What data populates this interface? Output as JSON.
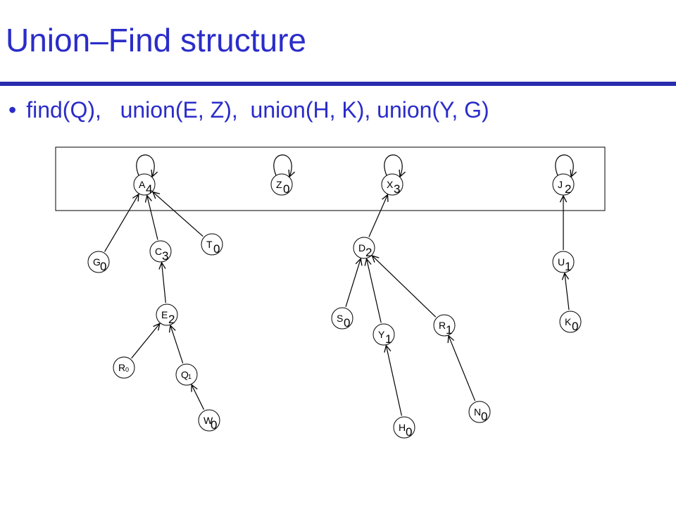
{
  "title": "Union–Find structure",
  "bullet": "find(Q),   union(E, Z),  union(H, K), union(Y, G)",
  "colors": {
    "heading": "#2a2cc9",
    "rule": "#2a2cb0",
    "ink": "#000000"
  },
  "nodes": [
    {
      "id": "A",
      "rank": "4"
    },
    {
      "id": "Z",
      "rank": "0"
    },
    {
      "id": "X",
      "rank": "3"
    },
    {
      "id": "J",
      "rank": "2"
    },
    {
      "id": "G",
      "rank": "0"
    },
    {
      "id": "C",
      "rank": "3"
    },
    {
      "id": "T",
      "rank": "0"
    },
    {
      "id": "E",
      "rank": "2"
    },
    {
      "id": "R",
      "rank": "0"
    },
    {
      "id": "Q",
      "rank": "1"
    },
    {
      "id": "W",
      "rank": "0"
    },
    {
      "id": "D",
      "rank": "2"
    },
    {
      "id": "S",
      "rank": "0"
    },
    {
      "id": "Y",
      "rank": "1"
    },
    {
      "id": "R",
      "rank": "1"
    },
    {
      "id": "H",
      "rank": "0"
    },
    {
      "id": "N",
      "rank": "0"
    },
    {
      "id": "U",
      "rank": "1"
    },
    {
      "id": "K",
      "rank": "0"
    }
  ],
  "roots": [
    "A",
    "Z",
    "X",
    "J"
  ],
  "edges": [
    {
      "from": "G",
      "to": "A"
    },
    {
      "from": "C",
      "to": "A"
    },
    {
      "from": "T",
      "to": "A"
    },
    {
      "from": "E",
      "to": "C"
    },
    {
      "from": "R",
      "to": "E"
    },
    {
      "from": "Q",
      "to": "E"
    },
    {
      "from": "W",
      "to": "Q"
    },
    {
      "from": "D",
      "to": "X"
    },
    {
      "from": "S",
      "to": "D"
    },
    {
      "from": "Y",
      "to": "D"
    },
    {
      "from": "R",
      "to": "D"
    },
    {
      "from": "H",
      "to": "Y"
    },
    {
      "from": "N",
      "to": "R"
    },
    {
      "from": "U",
      "to": "J"
    },
    {
      "from": "K",
      "to": "U"
    }
  ]
}
